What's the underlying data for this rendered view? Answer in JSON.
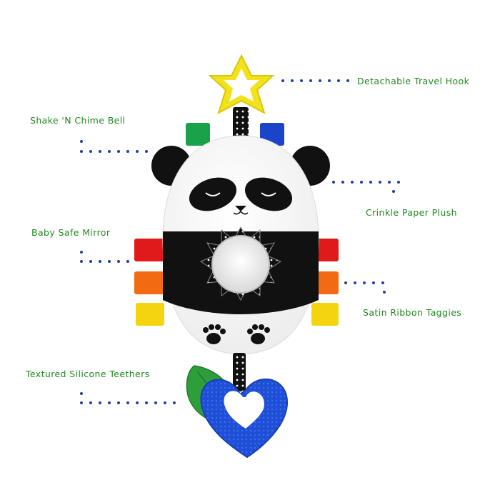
{
  "callouts": {
    "travel_hook": "Detachable Travel Hook",
    "chime_bell": "Shake 'N Chime Bell",
    "crinkle": "Crinkle Paper Plush",
    "mirror": "Baby Safe Mirror",
    "taggies": "Satin Ribbon Taggies",
    "teethers": "Textured Silicone Teethers"
  },
  "colors": {
    "label_text": "#1f8a1f",
    "dot_leader": "#1f3fa8",
    "hook": "#f2e21a",
    "ribbon_green": "#1aa24a",
    "ribbon_blue": "#1c44c8",
    "ribbon_red": "#e01a1a",
    "ribbon_orange": "#f26a12",
    "ribbon_yellow": "#f4d40f",
    "teether_blue": "#1f4fd6",
    "teether_green": "#2e9e3a"
  }
}
